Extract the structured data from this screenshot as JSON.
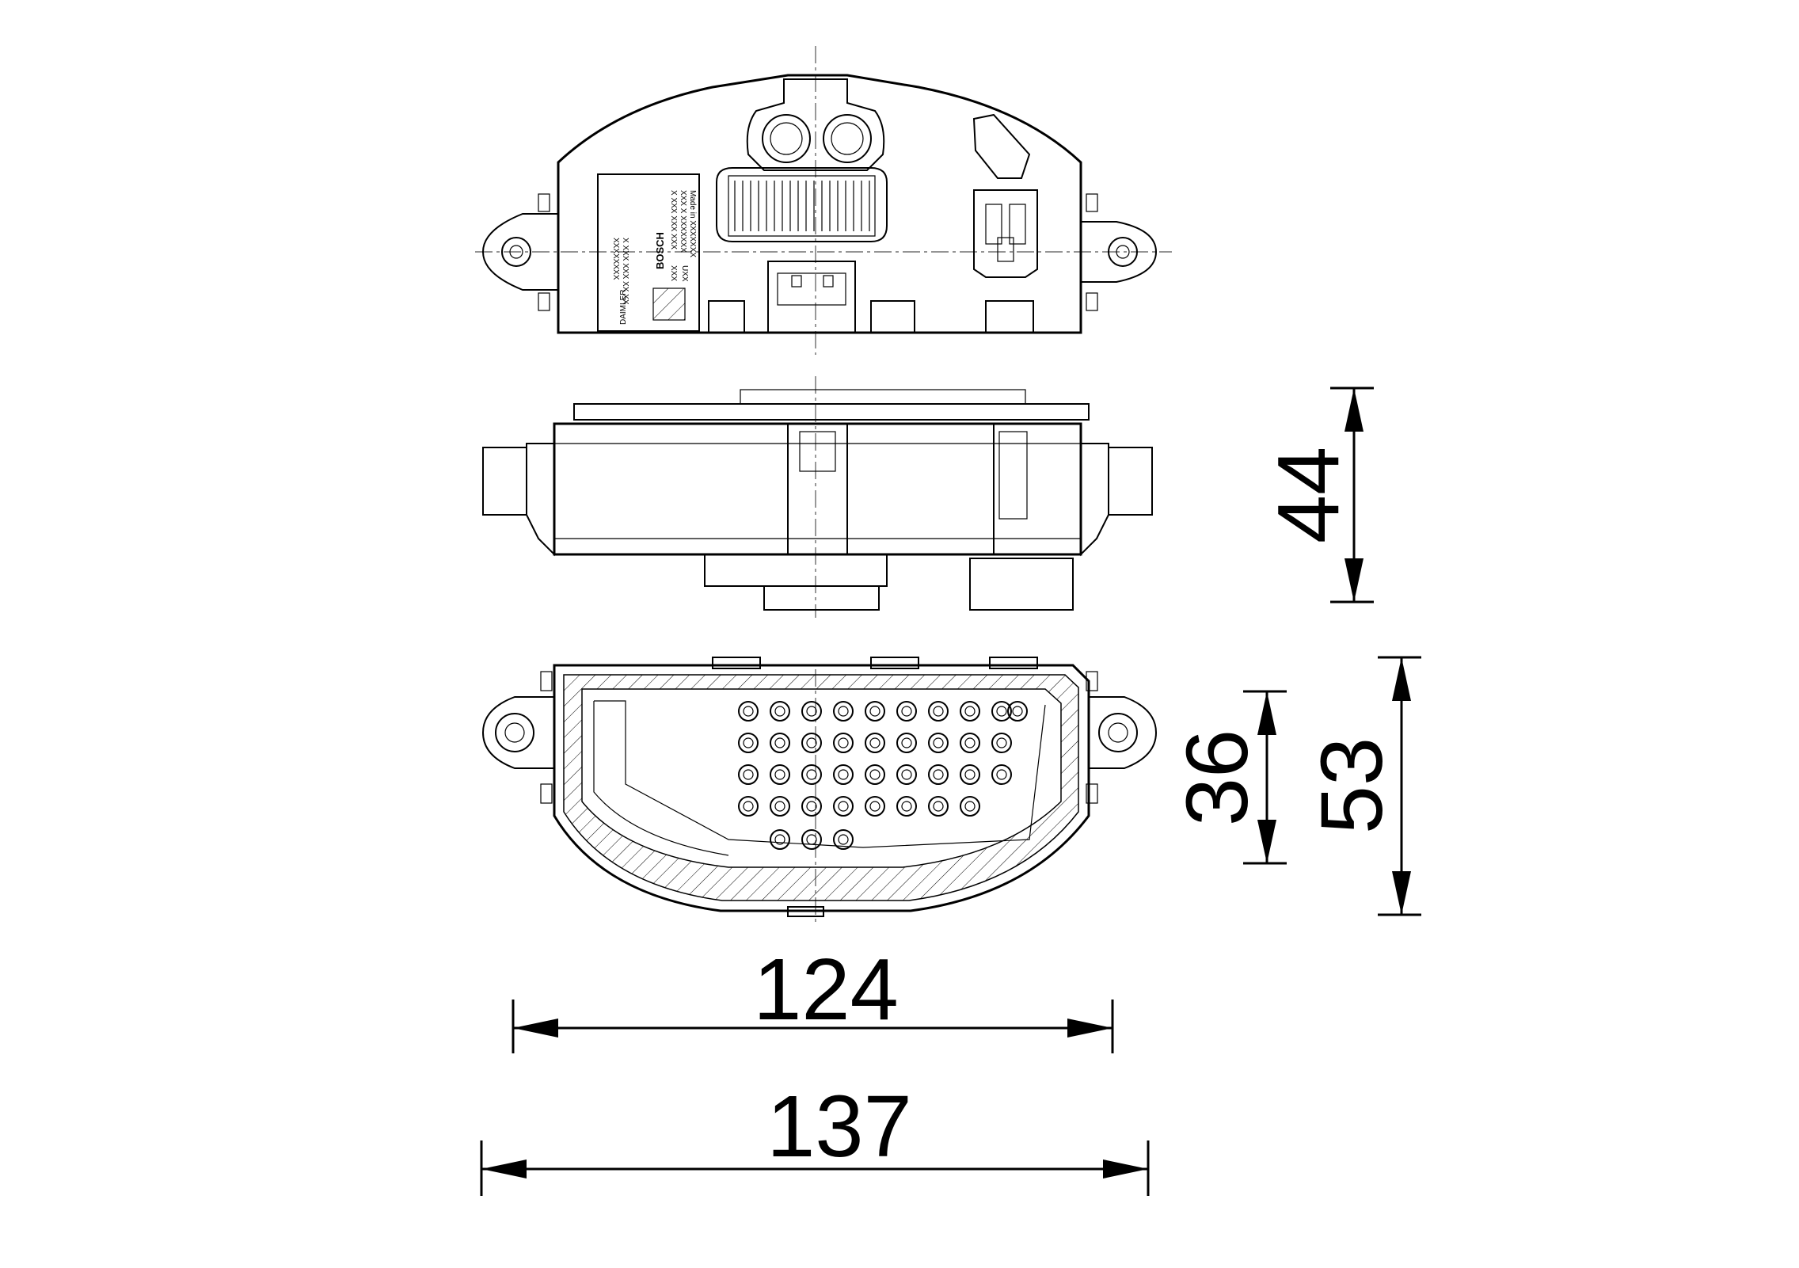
{
  "dimensions": {
    "height_side": "44",
    "depth_inner": "36",
    "depth_outer": "53",
    "width_inner": "124",
    "width_outer": "137"
  },
  "label": {
    "brand": "BOSCH",
    "oem": "DAIMLER",
    "line1": "X XXX XXX XX XX",
    "line2": "XXXXXXXX",
    "line3": "X XXX XXX XXX",
    "line4": "XXX X XXXXXXX",
    "line5": "Made in XXXXXXX",
    "line6": "XXX",
    "line7": "UXX"
  }
}
